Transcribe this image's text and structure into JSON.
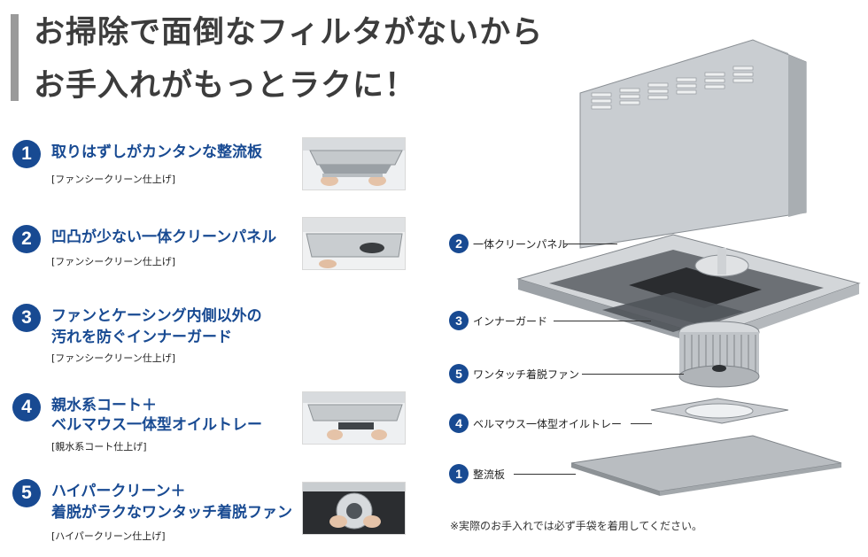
{
  "headline": {
    "line1": "お掃除で面倒なフィルタがないから",
    "line2": "お手入れがもっとラクに！"
  },
  "features": [
    {
      "num": "1",
      "title_lines": [
        "取りはずしがカンタンな整流板"
      ],
      "sub": "[ファンシークリーン仕上げ]",
      "thumb_icon": "hood-panel-photo"
    },
    {
      "num": "2",
      "title_lines": [
        "凹凸が少ない一体クリーンパネル"
      ],
      "sub": "[ファンシークリーン仕上げ]",
      "thumb_icon": "clean-panel-photo"
    },
    {
      "num": "3",
      "title_lines": [
        "ファンとケーシング内側以外の",
        "汚れを防ぐインナーガード"
      ],
      "sub": "[ファンシークリーン仕上げ]"
    },
    {
      "num": "4",
      "title_lines": [
        "親水系コート＋",
        "ベルマウス一体型オイルトレー"
      ],
      "sub": "[親水系コート仕上げ]",
      "thumb_icon": "oil-tray-photo"
    },
    {
      "num": "5",
      "title_lines": [
        "ハイパークリーン＋",
        "着脱がラクなワンタッチ着脱ファン"
      ],
      "sub": "[ハイパークリーン仕上げ]",
      "thumb_icon": "fan-removal-photo"
    }
  ],
  "diagram_labels": [
    {
      "num": "2",
      "text": "一体クリーンパネル"
    },
    {
      "num": "3",
      "text": "インナーガード"
    },
    {
      "num": "5",
      "text": "ワンタッチ着脱ファン"
    },
    {
      "num": "4",
      "text": "ベルマウス一体型オイルトレー"
    },
    {
      "num": "1",
      "text": "整流板"
    }
  ],
  "note": "※実際のお手入れでは必ず手袋を着用してください。",
  "colors": {
    "accent": "#184a92",
    "headline": "#3c3c3c",
    "bar": "#9a9a9a"
  }
}
